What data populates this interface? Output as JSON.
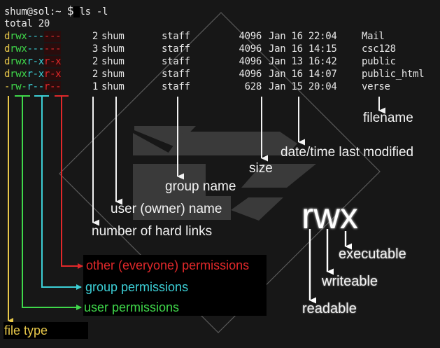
{
  "terminal": {
    "prompt": "shum@sol:~",
    "prompt_symbol": "$",
    "command": "ls -l",
    "total_line": "total 20",
    "rows": [
      {
        "type": "d",
        "user": "rwx",
        "group": "---",
        "other": "---",
        "links": "2",
        "owner": "shum",
        "group_name": "staff",
        "size": "4096",
        "date": "Jan 16 22:04",
        "name": "Mail"
      },
      {
        "type": "d",
        "user": "rwx",
        "group": "---",
        "other": "---",
        "links": "3",
        "owner": "shum",
        "group_name": "staff",
        "size": "4096",
        "date": "Jan 16 14:15",
        "name": "csc128"
      },
      {
        "type": "d",
        "user": "rwx",
        "group": "r-x",
        "other": "r-x",
        "links": "2",
        "owner": "shum",
        "group_name": "staff",
        "size": "4096",
        "date": "Jan 13 16:42",
        "name": "public"
      },
      {
        "type": "d",
        "user": "rwx",
        "group": "r-x",
        "other": "r-x",
        "links": "2",
        "owner": "shum",
        "group_name": "staff",
        "size": "4096",
        "date": "Jan 16 14:07",
        "name": "public_html"
      },
      {
        "type": "-",
        "user": "rw-",
        "group": "r--",
        "other": "r--",
        "links": "1",
        "owner": "shum",
        "group_name": "staff",
        "size": "628",
        "date": "Jan 15 20:04",
        "name": "verse"
      }
    ]
  },
  "labels": {
    "filename": "filename",
    "datetime": "date/time last modified",
    "size": "size",
    "group_name": "group name",
    "owner_name": "user (owner) name",
    "hard_links": "number of hard links",
    "other_perms": "other (everyone) permissions",
    "group_perms": "group permissions",
    "user_perms": "user permissions",
    "file_type": "file type"
  },
  "rwx": {
    "title": "rwx",
    "executable": "executable",
    "writeable": "writeable",
    "readable": "readable"
  },
  "colors": {
    "file_type": "#e8c84a",
    "user": "#3fd84a",
    "group": "#3ccfd6",
    "other": "#e0282a",
    "annotation": "#f2f2f2",
    "background": "#171717"
  }
}
